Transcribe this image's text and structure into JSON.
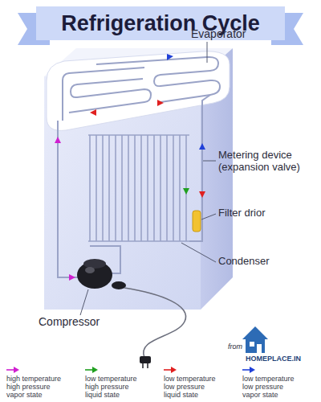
{
  "diagram": {
    "title": "Refrigeration Cycle",
    "labels": [
      "Evaporator",
      "Metering device (expansion valve)",
      "Filter drior",
      "Condenser",
      "Compressor",
      "from",
      "HOMEPLACE.IN"
    ],
    "legend": [
      {
        "text": "high temperature high pressure vapor state",
        "color": "#d020d0"
      },
      {
        "text": "low temperature high pressure liquid state",
        "color": "#20a020"
      },
      {
        "text": "low temperature low pressure liquid state",
        "color": "#e02020"
      },
      {
        "text": "low temperature low pressure vapor state",
        "color": "#2040d8"
      }
    ]
  }
}
